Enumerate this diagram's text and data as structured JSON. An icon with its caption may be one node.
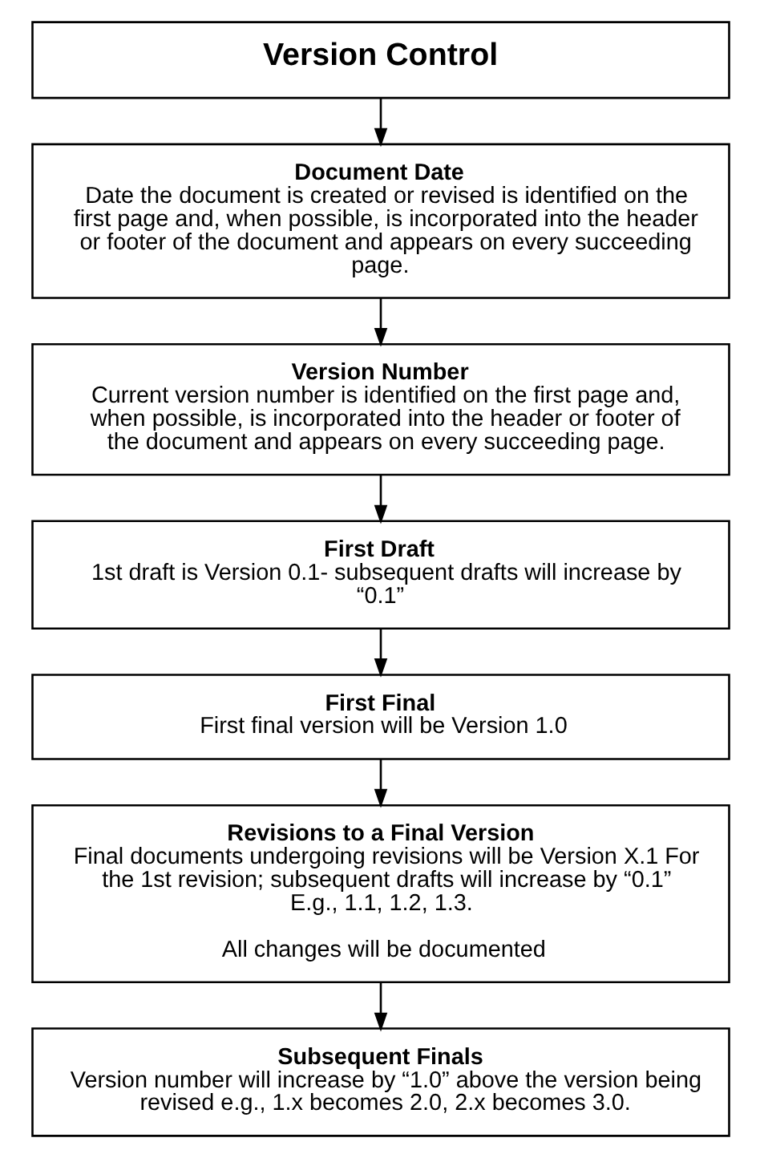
{
  "diagram": {
    "nodes": [
      {
        "text": [
          "Version Control"
        ]
      },
      {
        "text": [
          "Document Date",
          "Date the document is created or revised is identified on the first page and, when possible, is incorporated into the header or footer of the document and appears on every succeeding page."
        ]
      },
      {
        "text": [
          "Version Number",
          "Current version number is identified on the first page and, when possible, is incorporated into the header or footer of the document and appears on every succeeding page."
        ]
      },
      {
        "text": [
          "First Draft",
          "1st draft is Version 0.1- subsequent drafts will increase by “0.1”"
        ]
      },
      {
        "text": [
          "First Final",
          "First final version will be Version 1.0"
        ]
      },
      {
        "text": [
          "Revisions to a Final Version",
          "Final documents undergoing revisions will be Version X.1 For the 1st revision; subsequent drafts will increase by “0.1” E.g., 1.1, 1.2, 1.3.",
          "All changes will be documented"
        ]
      },
      {
        "text": [
          "Subsequent Finals",
          "Version number will increase by “1.0” above the version being revised e.g., 1.x becomes 2.0, 2.x becomes 3.0."
        ]
      }
    ],
    "edges": [
      {
        "from": 0,
        "to": 1,
        "arrow": "to"
      },
      {
        "from": 1,
        "to": 2,
        "arrow": "to"
      },
      {
        "from": 2,
        "to": 3,
        "arrow": "to"
      },
      {
        "from": 3,
        "to": 4,
        "arrow": "to"
      },
      {
        "from": 4,
        "to": 5,
        "arrow": "to"
      },
      {
        "from": 5,
        "to": 6,
        "arrow": "to"
      }
    ]
  }
}
